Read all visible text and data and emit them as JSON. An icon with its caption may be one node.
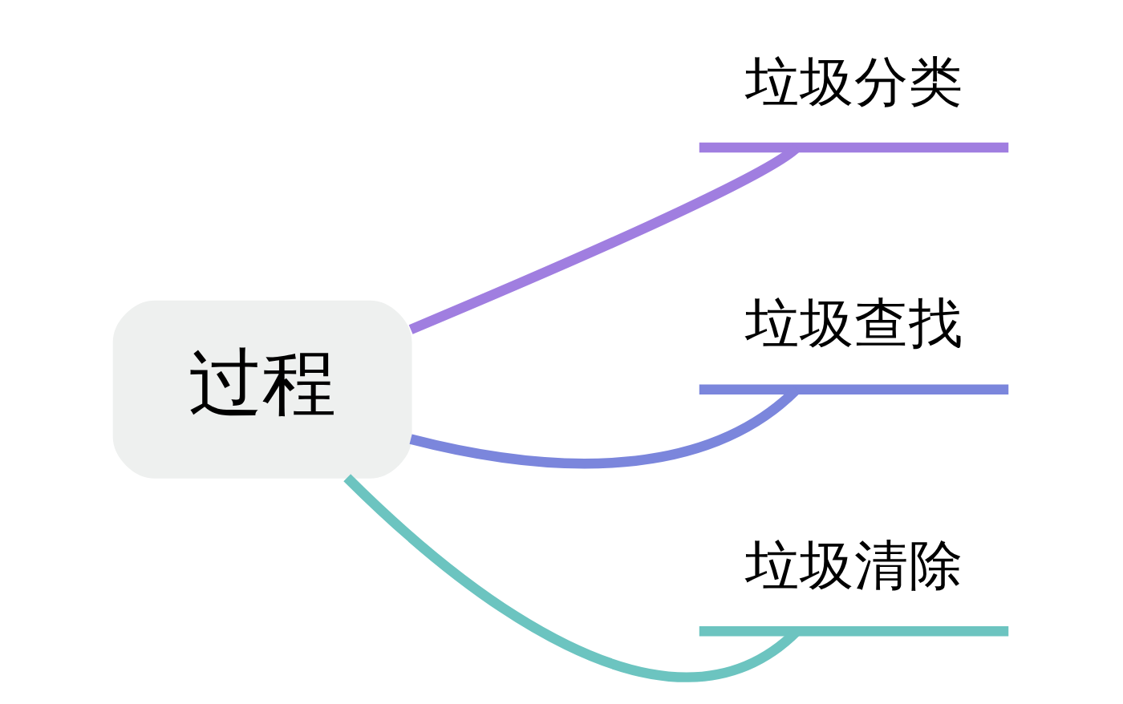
{
  "diagram": {
    "nodes": [
      {
        "text": [
          "过程"
        ]
      },
      {
        "text": [
          "垃圾分类"
        ]
      },
      {
        "text": [
          "垃圾查找"
        ]
      },
      {
        "text": [
          "垃圾清除"
        ]
      }
    ],
    "edges": [
      {
        "from": 0,
        "to": 1,
        "arrow": "none",
        "color": "#a07ee0"
      },
      {
        "from": 0,
        "to": 2,
        "arrow": "none",
        "color": "#7b86dc"
      },
      {
        "from": 0,
        "to": 3,
        "arrow": "none",
        "color": "#6cc4c0"
      }
    ]
  }
}
